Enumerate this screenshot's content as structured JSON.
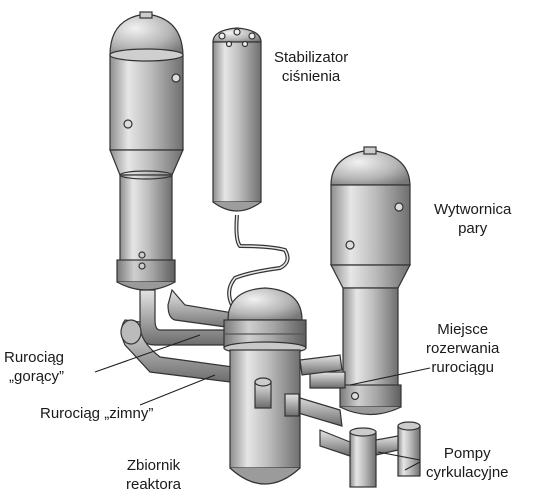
{
  "labels": {
    "pressurizer": [
      "Stabilizator",
      "ciśnienia"
    ],
    "steam_generator": [
      "Wytwornica",
      "pary"
    ],
    "hot_leg": [
      "Rurociąg",
      "„gorący”"
    ],
    "cold_leg": "Rurociąg „zimny”",
    "break_location": [
      "Miejsce",
      "rozerwania",
      "rurociągu"
    ],
    "reactor_vessel": [
      "Zbiornik",
      "reaktora"
    ],
    "circulation_pumps": [
      "Pompy",
      "cyrkulacyjne"
    ]
  }
}
